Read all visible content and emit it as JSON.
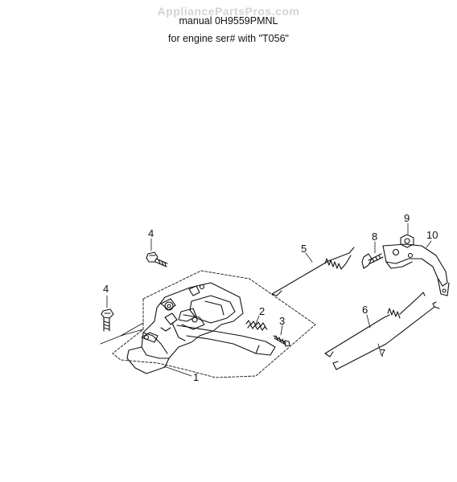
{
  "watermark": "AppliancePartsPros.com",
  "header": {
    "line1": "manual 0H9559PMNL",
    "line2": "for engine ser# with \"T056\""
  },
  "callouts": {
    "c1": "1",
    "c2": "2",
    "c3": "3",
    "c4a": "4",
    "c4b": "4",
    "c5": "5",
    "c6": "6",
    "c7": "7",
    "c8": "8",
    "c9": "9",
    "c10": "10"
  }
}
